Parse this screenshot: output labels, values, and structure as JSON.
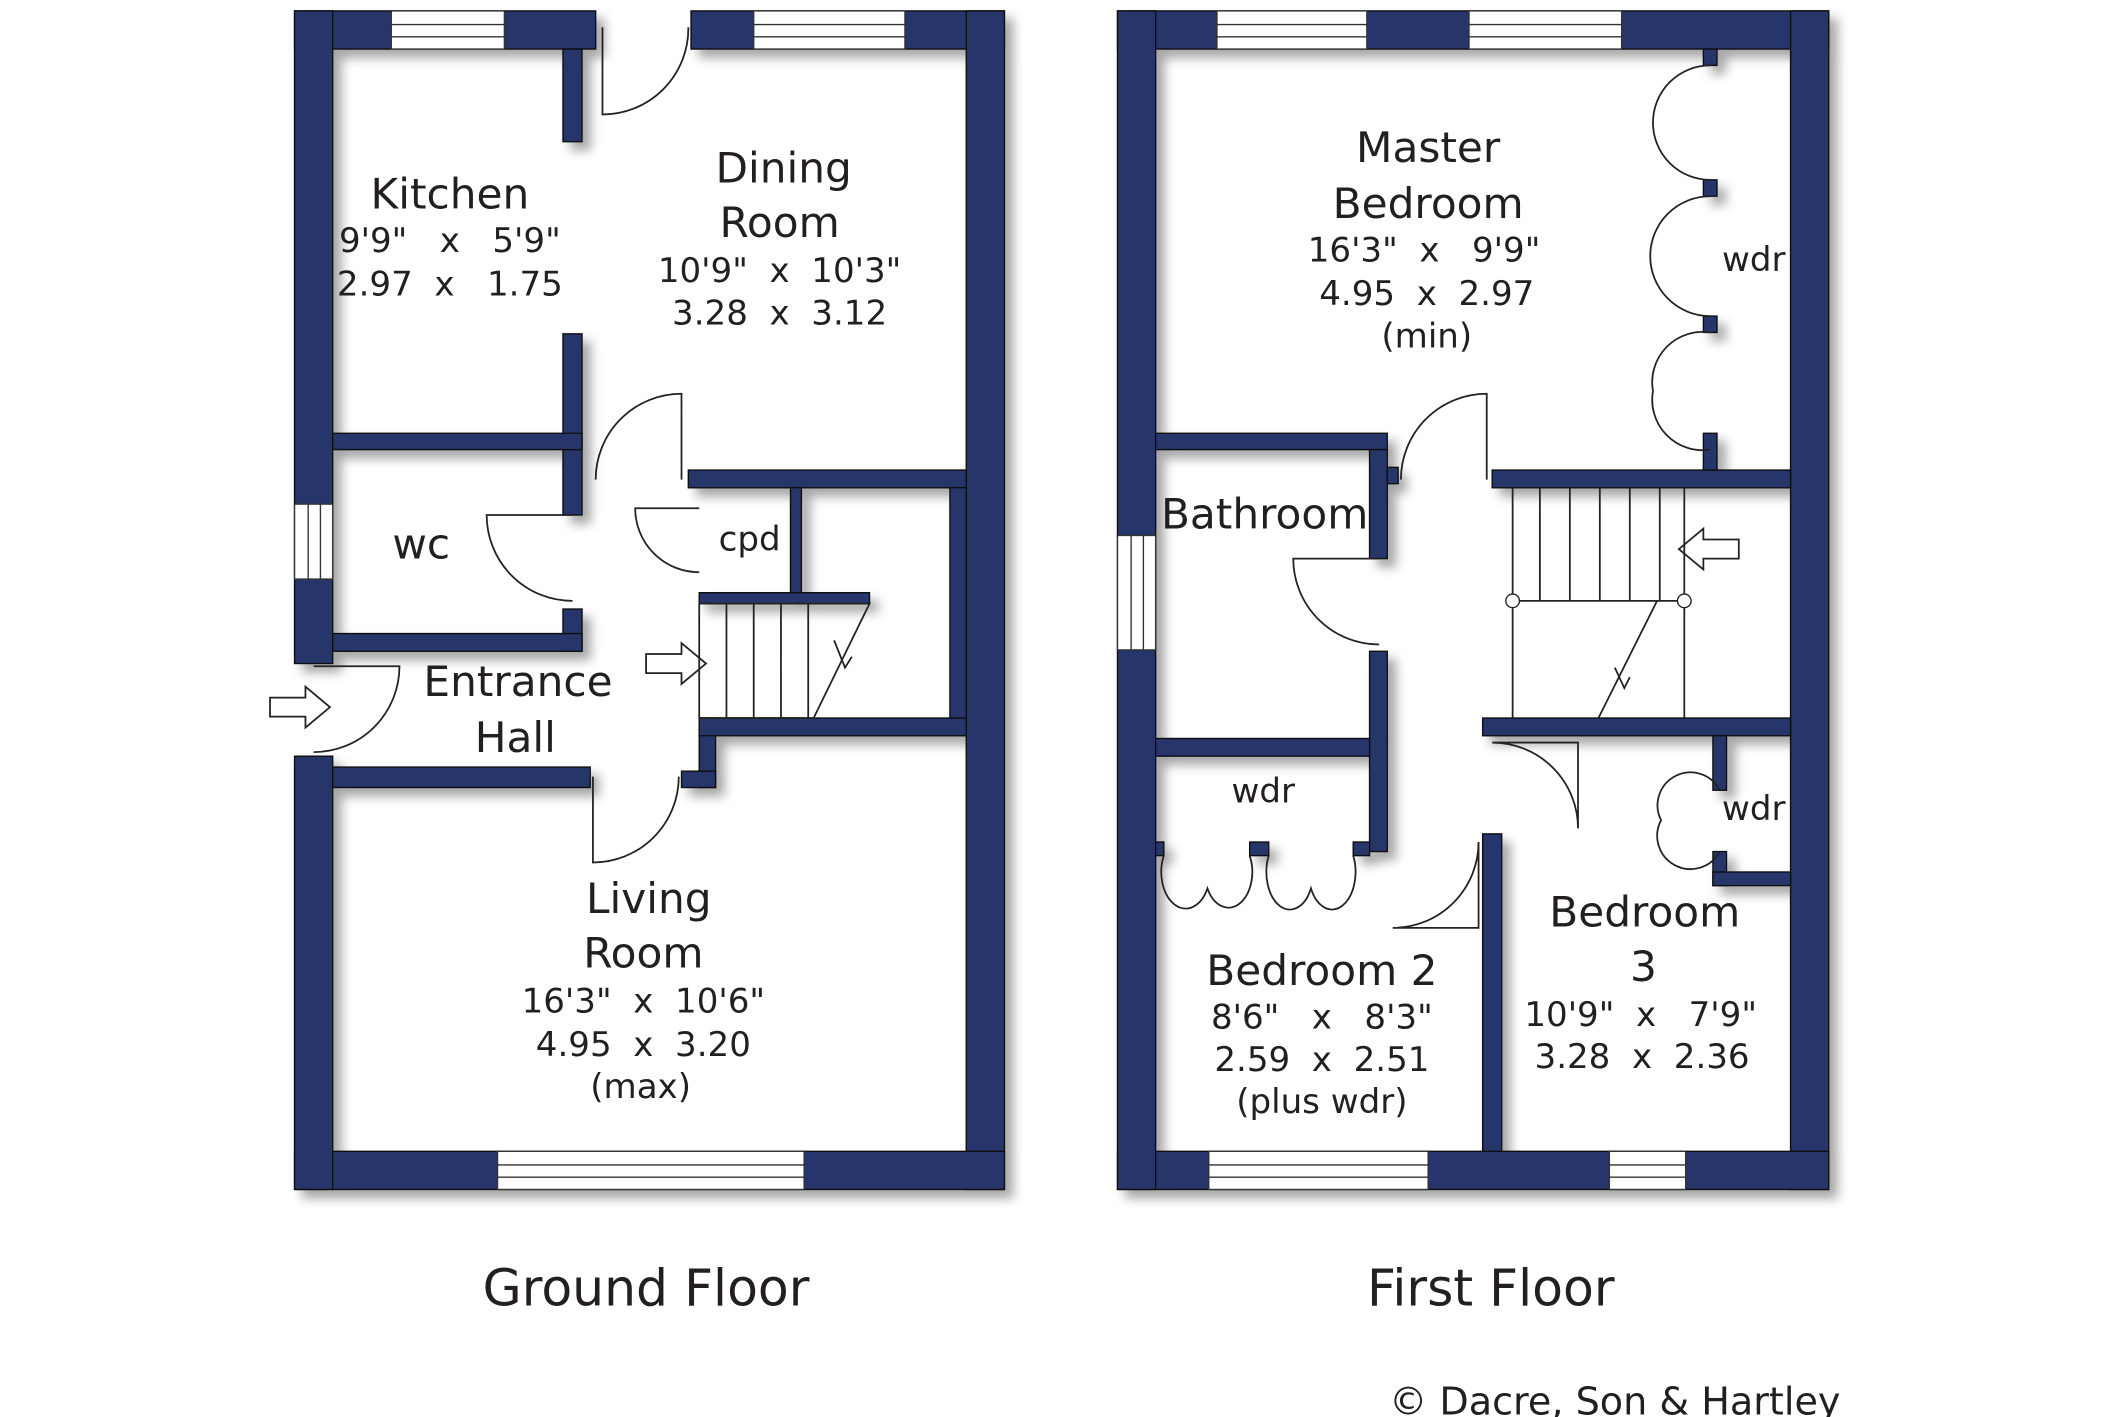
{
  "ground_floor": {
    "title": "Ground Floor",
    "rooms": {
      "kitchen": {
        "name": "Kitchen",
        "imperial": "9'9\"   x   5'9\"",
        "metric": "2.97  x   1.75"
      },
      "dining": {
        "name1": "Dining",
        "name2": "Room",
        "imperial": "10'9\"  x  10'3\"",
        "metric": "3.28  x  3.12"
      },
      "wc": {
        "name": "wc"
      },
      "cpd": {
        "name": "cpd"
      },
      "hall": {
        "name1": "Entrance",
        "name2": "Hall"
      },
      "living": {
        "name1": "Living",
        "name2": "Room",
        "imperial": "16'3\"  x  10'6\"",
        "metric": "4.95  x  3.20",
        "note": "(max)"
      }
    }
  },
  "first_floor": {
    "title": "First Floor",
    "rooms": {
      "master": {
        "name1": "Master",
        "name2": "Bedroom",
        "imperial": "16'3\"  x   9'9\"",
        "metric": "4.95  x  2.97",
        "note": "(min)",
        "wardrobe": "wdr"
      },
      "bathroom": {
        "name": "Bathroom"
      },
      "bedroom2": {
        "name": "Bedroom 2",
        "imperial": "8'6\"   x   8'3\"",
        "metric": "2.59  x  2.51",
        "note": "(plus wdr)",
        "wardrobe": "wdr"
      },
      "bedroom3": {
        "name1": "Bedroom",
        "name2": "3",
        "imperial": "10'9\"  x   7'9\"",
        "metric": "3.28  x  2.36",
        "wardrobe": "wdr"
      }
    }
  },
  "copyright": "© Dacre, Son & Hartley",
  "colors": {
    "wall": "#25346b"
  }
}
